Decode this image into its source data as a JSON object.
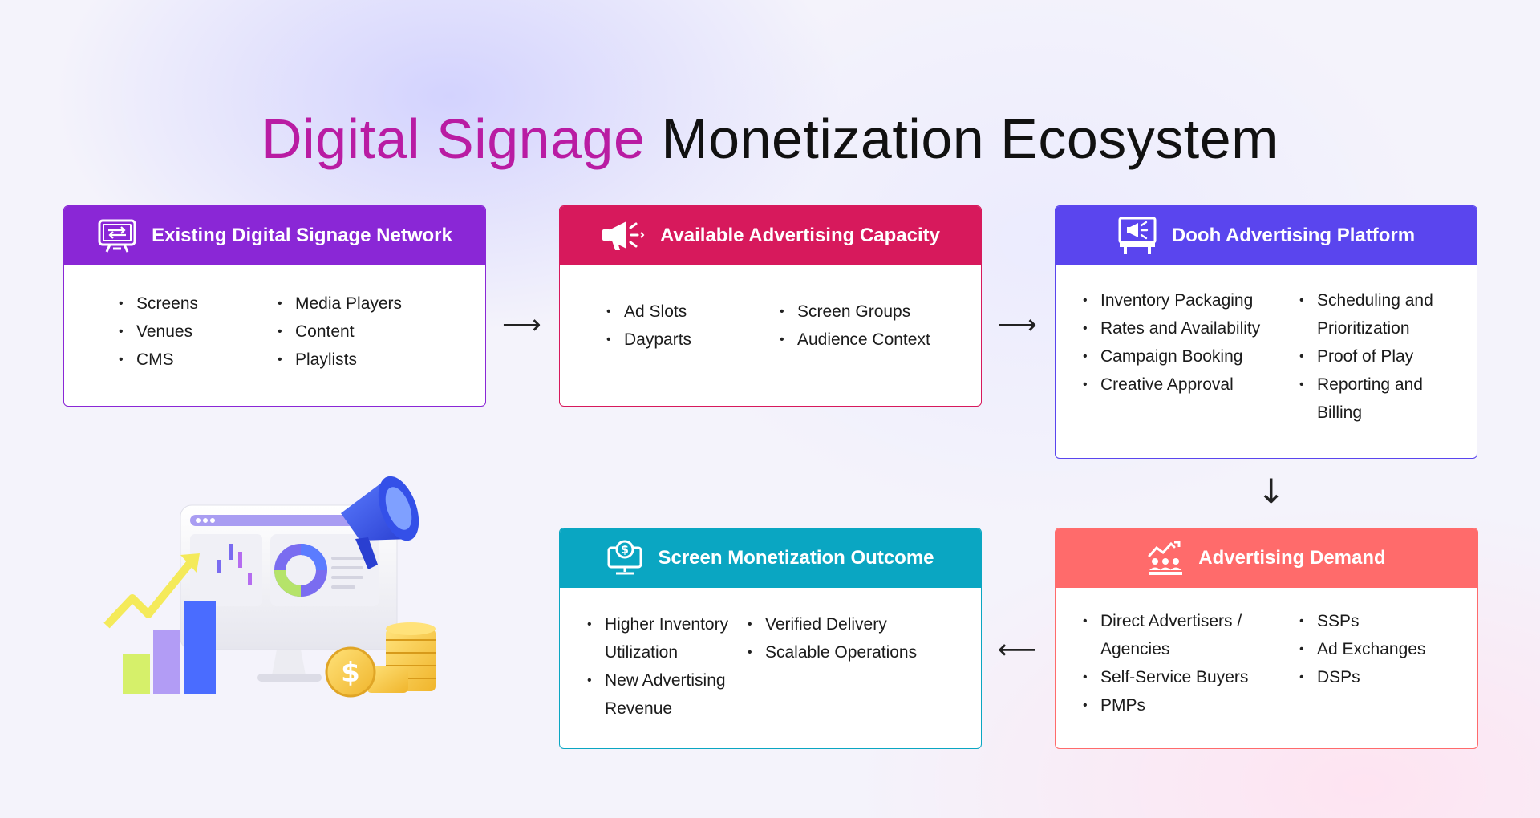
{
  "title": {
    "accent": "Digital Signage",
    "rest": "Monetization Ecosystem"
  },
  "colors": {
    "purple": "#8a27d6",
    "crimson": "#d7195c",
    "indigo": "#5a45ee",
    "teal": "#0aa6c2",
    "coral": "#ff6b6b",
    "accent_title": "#b91ca3"
  },
  "cards": {
    "network": {
      "title": "Existing Digital Signage Network",
      "icon": "monitor-icon",
      "col1": [
        "Screens",
        "Venues",
        "CMS"
      ],
      "col2": [
        "Media Players",
        "Content",
        "Playlists"
      ]
    },
    "capacity": {
      "title": "Available Advertising Capacity",
      "icon": "megaphone-icon",
      "col1": [
        "Ad Slots",
        "Dayparts"
      ],
      "col2": [
        "Screen Groups",
        "Audience Context"
      ]
    },
    "platform": {
      "title": "Dooh Advertising Platform",
      "icon": "billboard-icon",
      "col1": [
        "Inventory Packaging",
        "Rates and Availability",
        "Campaign Booking",
        "Creative Approval"
      ],
      "col2": [
        "Scheduling and Prioritization",
        "Proof of Play",
        "Reporting and Billing"
      ]
    },
    "demand": {
      "title": "Advertising Demand",
      "icon": "audience-growth-icon",
      "col1": [
        "Direct Advertisers / Agencies",
        "Self-Service Buyers",
        "PMPs"
      ],
      "col2": [
        "SSPs",
        "Ad Exchanges",
        "DSPs"
      ]
    },
    "outcome": {
      "title": "Screen Monetization Outcome",
      "icon": "dollar-monitor-icon",
      "col1": [
        "Higher Inventory Utilization",
        "New Advertising Revenue"
      ],
      "col2": [
        "Verified Delivery",
        "Scalable Operations"
      ]
    }
  },
  "arrows": {
    "right": "⟶",
    "down": "↓",
    "left": "⟵"
  }
}
